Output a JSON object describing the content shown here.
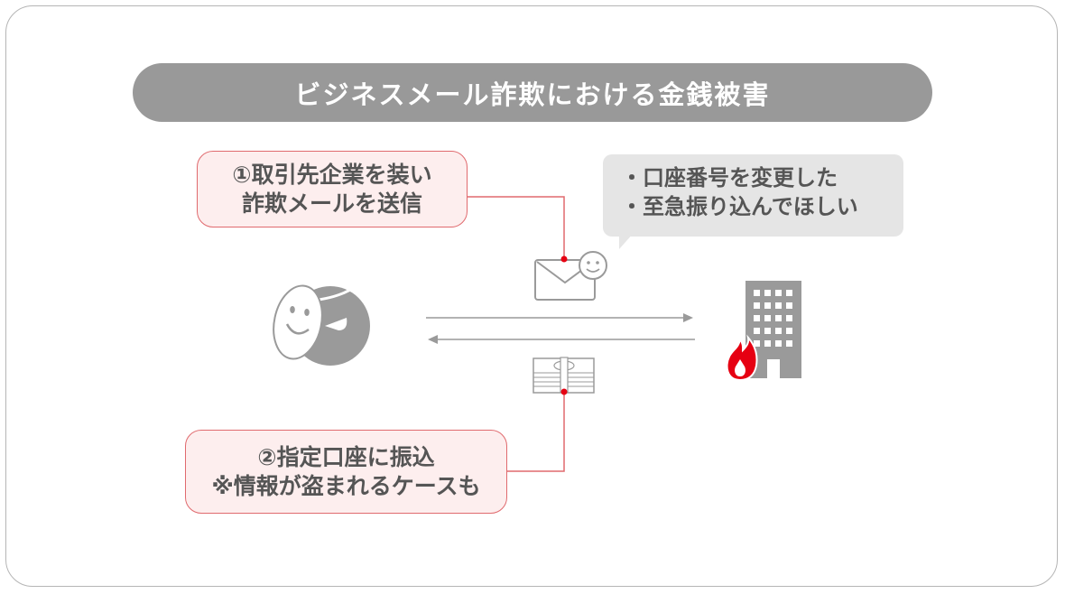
{
  "title": "ビジネスメール詐欺における金銭被害",
  "step1": {
    "lines": [
      "①取引先企業を装い",
      "詐欺メールを送信"
    ]
  },
  "step2": {
    "lines": [
      "②指定口座に振込",
      "※情報が盗まれるケースも"
    ]
  },
  "message_bubble": {
    "lines": [
      "・口座番号を変更した",
      "・至急振り込んでほしい"
    ]
  },
  "icons": {
    "attacker": "masked-attacker-icon",
    "email": "envelope-with-smiley-icon",
    "money": "banknote-bundle-icon",
    "victim": "company-building-on-fire-icon",
    "arrow_to_company": "arrow-right-icon",
    "arrow_to_attacker": "arrow-left-icon"
  },
  "colors": {
    "accent_red": "#e60012",
    "callout_border": "#e06a6e",
    "callout_fill": "#fdeeee",
    "icon_gray": "#9a9a9a",
    "title_bg": "#999999",
    "text": "#555555",
    "bubble_bg": "#e5e5e5"
  }
}
